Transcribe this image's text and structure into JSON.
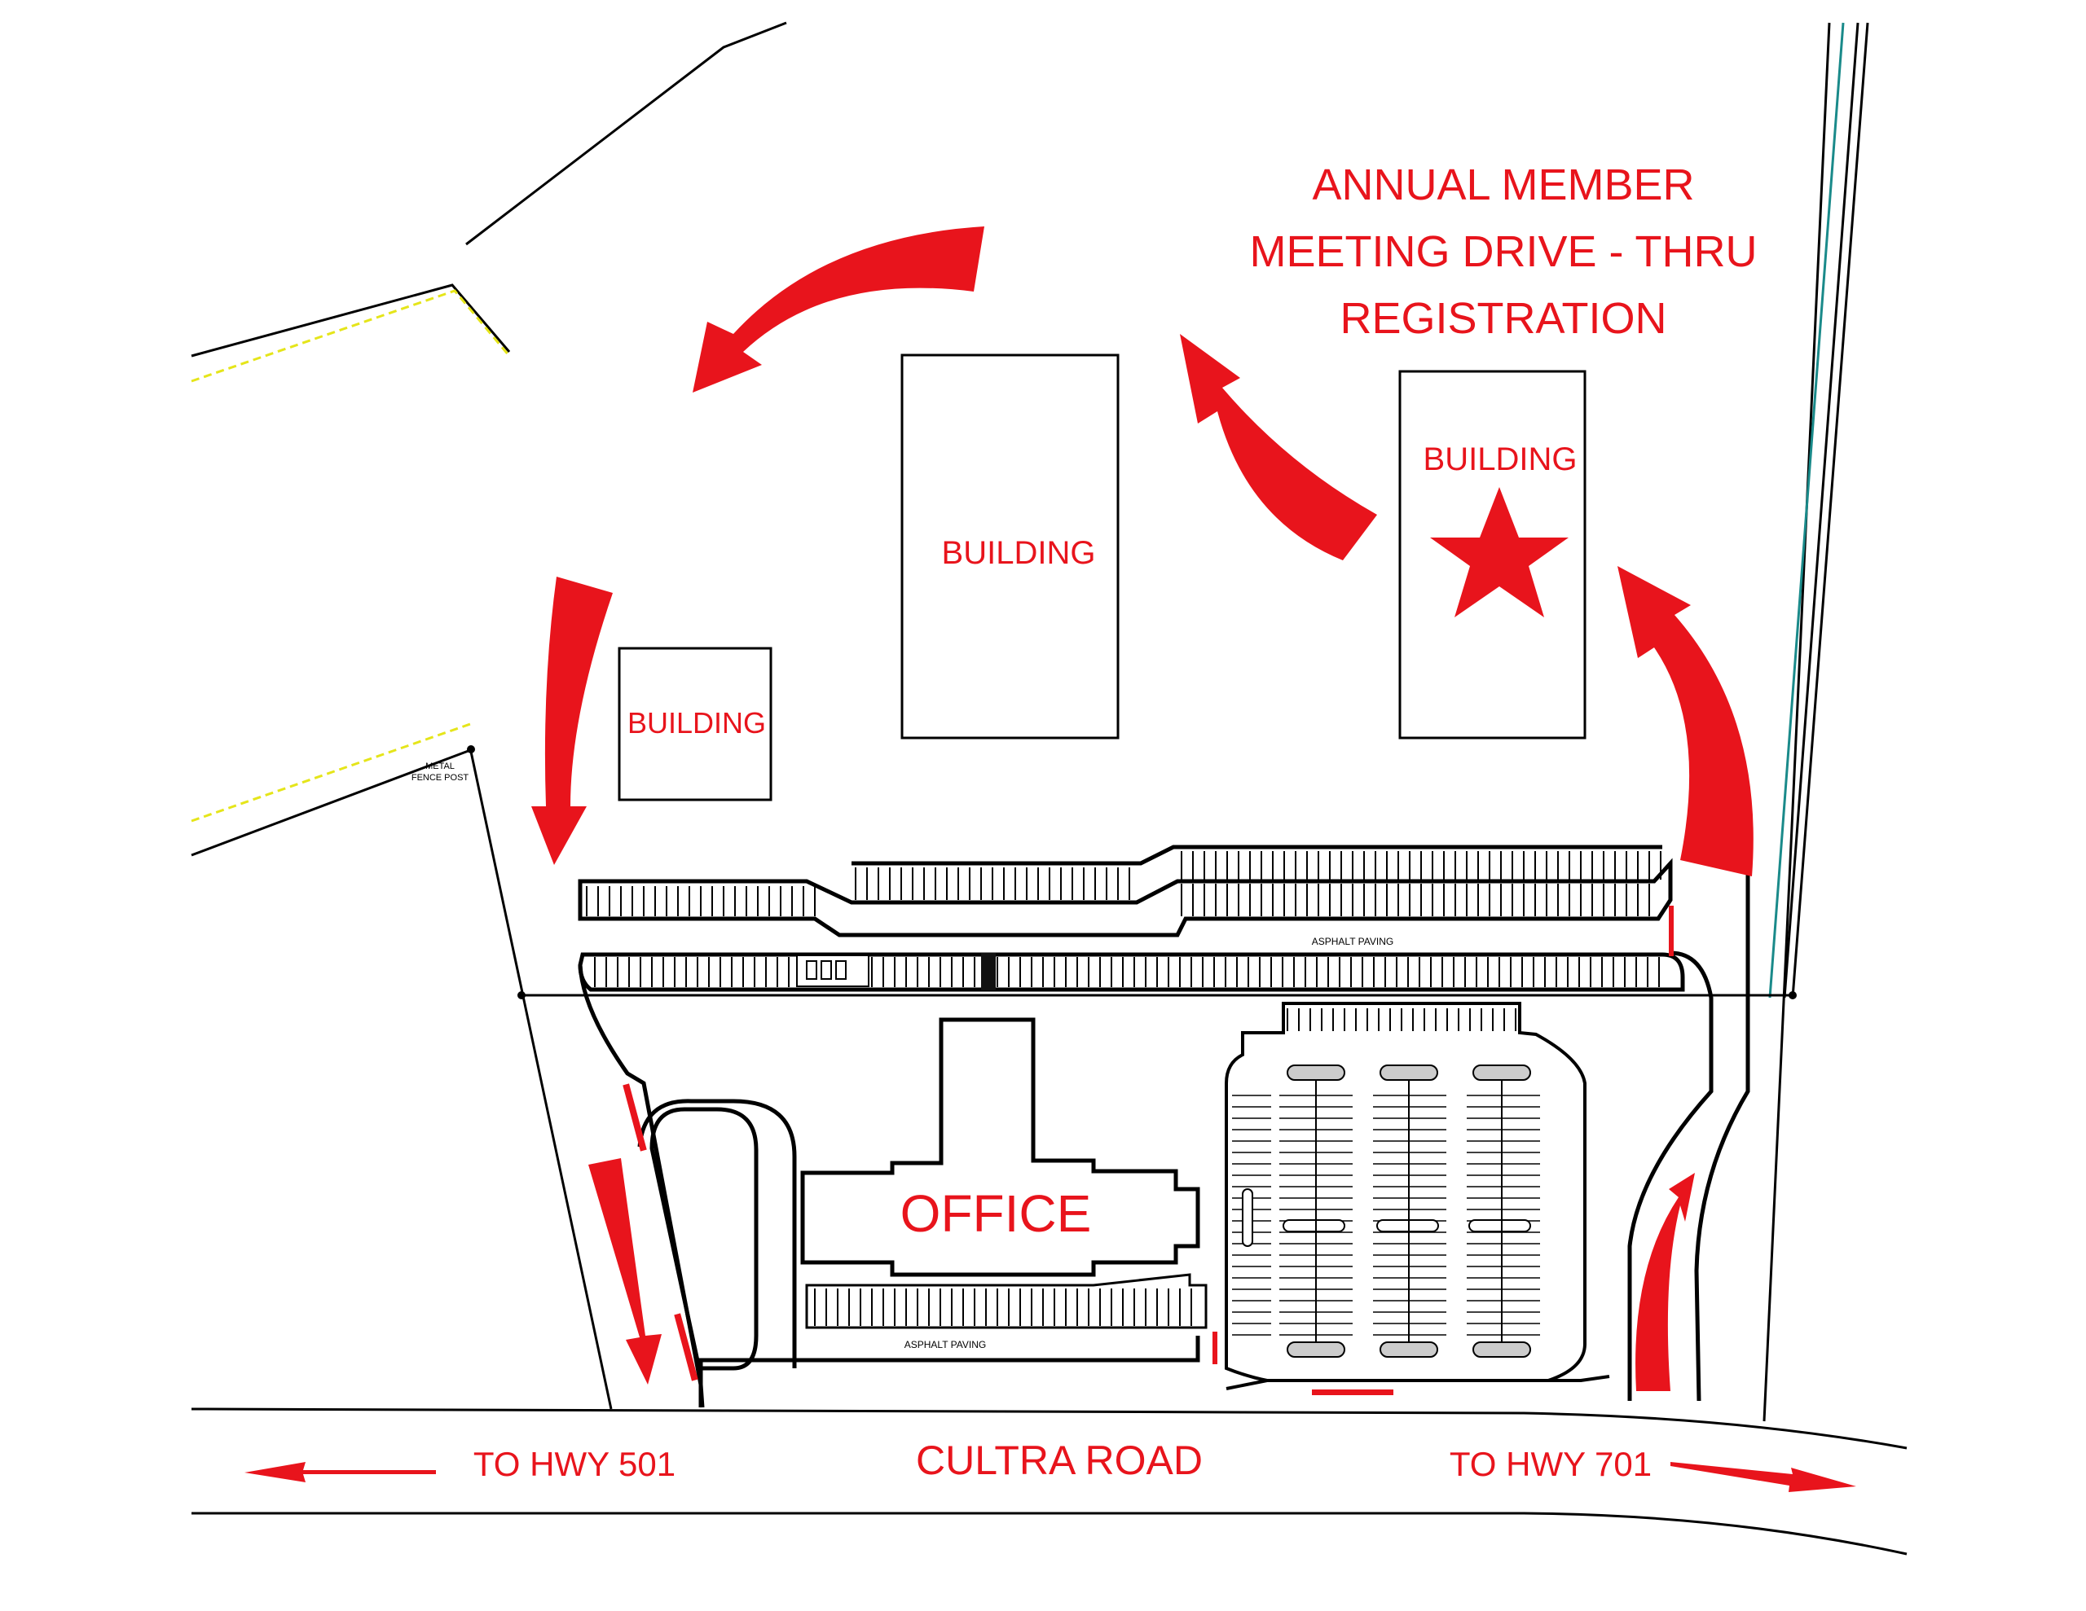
{
  "title": {
    "line1": "ANNUAL MEMBER",
    "line2": "MEETING DRIVE - THRU",
    "line3": "REGISTRATION"
  },
  "buildings": {
    "center": "BUILDING",
    "right": "BUILDING",
    "small": "BUILDING",
    "office": "OFFICE"
  },
  "roads": {
    "main": "CULTRA ROAD",
    "west": "TO HWY 501",
    "east": "TO HWY 701"
  },
  "annotations": {
    "asphalt_north": "ASPHALT PAVING",
    "asphalt_south": "ASPHALT PAVING",
    "fence_post_1": "METAL",
    "fence_post_2": "FENCE POST"
  },
  "colors": {
    "route": "#e8141c",
    "linework": "#000000",
    "property_line": "#e5e51a",
    "utility_line": "#1a8a8a"
  },
  "icons": {
    "destination": "star-icon"
  }
}
